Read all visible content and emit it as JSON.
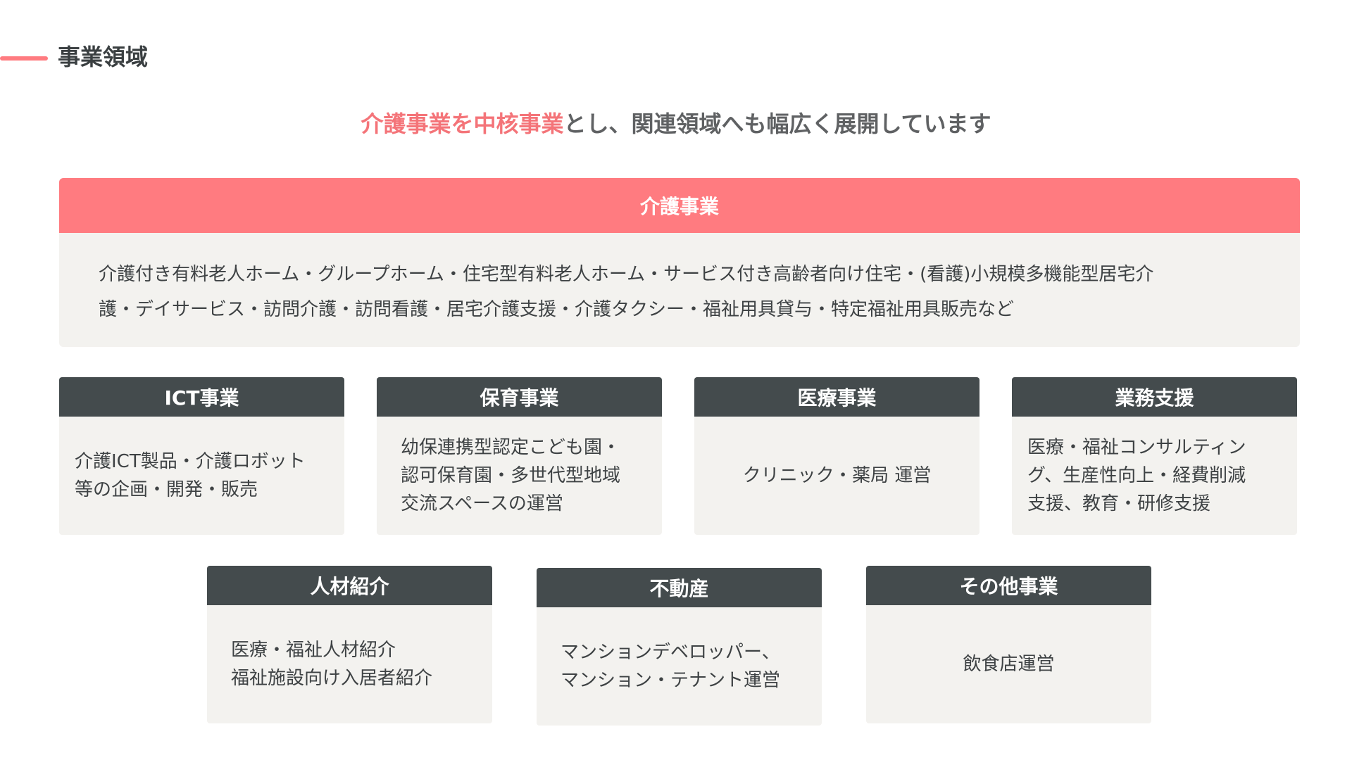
{
  "section": {
    "title": "事業領域"
  },
  "headline": {
    "highlight": "介護事業を中核事業",
    "rest": "とし、関連領域へも幅広く展開しています"
  },
  "main_business": {
    "title": "介護事業",
    "lines": [
      "介護付き有料老人ホーム・グループホーム・住宅型有料老人ホーム・サービス付き高齢者向け住宅・(看護)小規模多機能型居宅介",
      "護・デイサービス・訪問介護・訪問看護・居宅介護支援・介護タクシー・福祉用具貸与・特定福祉用具販売など"
    ]
  },
  "businesses": [
    {
      "title": "ICT事業",
      "lines": [
        "介護ICT製品・介護ロボット",
        "等の企画・開発・販売"
      ]
    },
    {
      "title": "保育事業",
      "lines": [
        "幼保連携型認定こども園・",
        "認可保育園・多世代型地域",
        "交流スペースの運営"
      ]
    },
    {
      "title": "医療事業",
      "lines": [
        "クリニック・薬局 運営"
      ]
    },
    {
      "title": "業務支援",
      "lines": [
        "医療・福祉コンサルティン",
        "グ、生産性向上・経費削減",
        "支援、教育・研修支援"
      ]
    },
    {
      "title": "人材紹介",
      "lines": [
        "医療・福祉人材紹介",
        "福祉施設向け入居者紹介"
      ]
    },
    {
      "title": "不動産",
      "lines": [
        "マンションデベロッパー、",
        "マンション・テナント運営"
      ]
    },
    {
      "title": "その他事業",
      "lines": [
        "飲食店運営"
      ]
    }
  ],
  "colors": {
    "accent": "#ff7b80",
    "header_dark": "#444b4d",
    "card_bg": "#f3f2ef"
  }
}
